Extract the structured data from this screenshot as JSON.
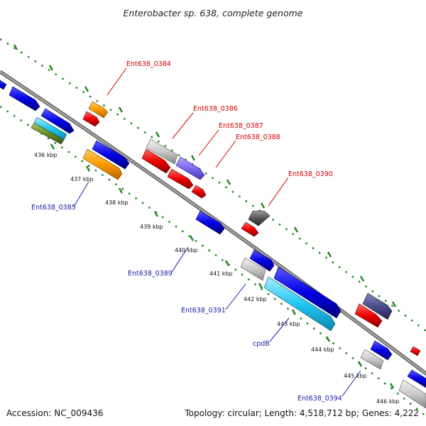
{
  "title": "Enterobacter sp. 638, complete genome",
  "footer": {
    "accession": "Accession: NC_009436",
    "summary": "Topology: circular; Length: 4,518,712 bp; Genes: 4,222"
  },
  "ticks": [
    "436 kbp",
    "437 kbp",
    "438 kbp",
    "439 kbp",
    "440 kbp",
    "441 kbp",
    "442 kbp",
    "443 kbp",
    "444 kbp",
    "445 kbp",
    "446 kbp"
  ],
  "labels": {
    "ent0384": "Ent638_0384",
    "ent0385": "Ent638_0385",
    "ent0386": "Ent638_0386",
    "ent0387": "Ent638_0387",
    "ent0388": "Ent638_0388",
    "ent0389": "Ent638_0389",
    "ent0390": "Ent638_0390",
    "ent0391": "Ent638_0391",
    "cpdB": "cpdB",
    "ent0394": "Ent638_0394"
  },
  "colors": {
    "backbone": "#8c8c8c",
    "dotted_track": "#1f8a1f",
    "gene_blue": "#1010e0",
    "gene_red": "#ee0000",
    "gene_orange": "#ff9900",
    "gene_gray": "#c8c8c8",
    "gene_purple": "#7b68ee",
    "gene_darkslate": "#4b4b8c",
    "gene_cyan": "#22c8f0",
    "gene_olive": "#6b8e23"
  }
}
